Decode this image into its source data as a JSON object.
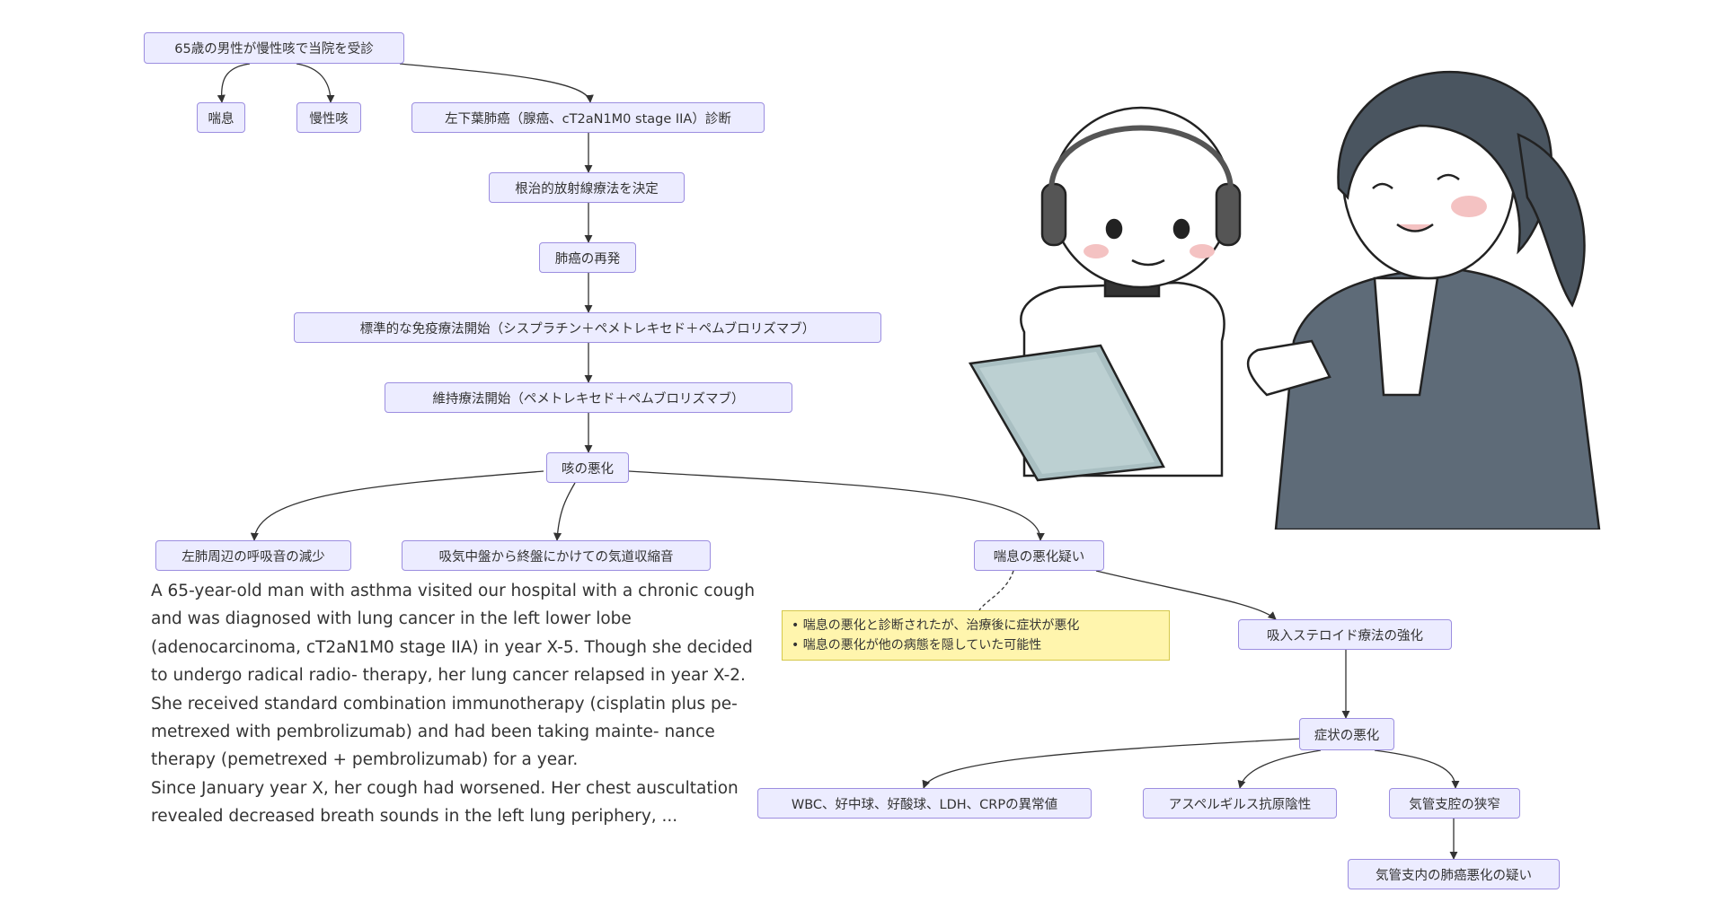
{
  "flowchart": {
    "nodes": {
      "visit": "65歳の男性が慢性咳で当院を受診",
      "asthma": "喘息",
      "chronic_cough": "慢性咳",
      "diagnosis": "左下葉肺癌（腺癌、cT2aN1M0 stage IIA）診断",
      "radiotherapy": "根治的放射線療法を決定",
      "relapse": "肺癌の再発",
      "immunotherapy": "標準的な免疫療法開始（シスプラチン＋ペメトレキセド＋ペムブロリズマブ）",
      "maintenance": "維持療法開始（ペメトレキセド＋ペムブロリズマブ）",
      "cough_worse": "咳の悪化",
      "breath_sounds": "左肺周辺の呼吸音の減少",
      "airway_stenosis_sound": "吸気中盤から終盤にかけての気道収縮音",
      "asthma_suspect": "喘息の悪化疑い",
      "inhaled_steroid": "吸入ステロイド療法の強化",
      "symptom_worse": "症状の悪化",
      "lab_abnormal": "WBC、好中球、好酸球、LDH、CRPの異常値",
      "aspergillus": "アスペルギルス抗原陰性",
      "bronchial_narrowing": "気管支腔の狭窄",
      "endobronchial_cancer": "気管支内の肺癌悪化の疑い"
    },
    "note": {
      "lines": [
        "• 喘息の悪化と診断されたが、治療後に症状が悪化",
        "• 喘息の悪化が他の病態を隠していた可能性"
      ]
    }
  },
  "case_text": {
    "paragraph1": "A 65-year-old man with asthma visited our hospital with a chronic cough and was diagnosed with lung cancer in the left lower lobe (adenocarcinoma, cT2aN1M0 stage IIA) in year X-5. Though she decided to undergo radical radio- therapy, her lung cancer relapsed in year X-2. She received standard combination immunotherapy (cisplatin plus pe- metrexed with pembrolizumab) and had been taking mainte- nance therapy (pemetrexed + pembrolizumab) for a year.",
    "paragraph2": "Since January year X, her cough had worsened. Her chest auscultation revealed decreased breath sounds in the left lung periphery, ..."
  },
  "colors": {
    "node_fill": "#ECECFF",
    "node_border": "#9C8EE0",
    "note_fill": "#FFF5AD",
    "edge": "#333333",
    "jacket": "#5E6B78",
    "tablet": "#A9BFC2"
  },
  "illustration": {
    "robot_icon": "robot-with-headphones-holding-tablet",
    "person_icon": "woman-in-suit-pointing-at-tablet"
  }
}
